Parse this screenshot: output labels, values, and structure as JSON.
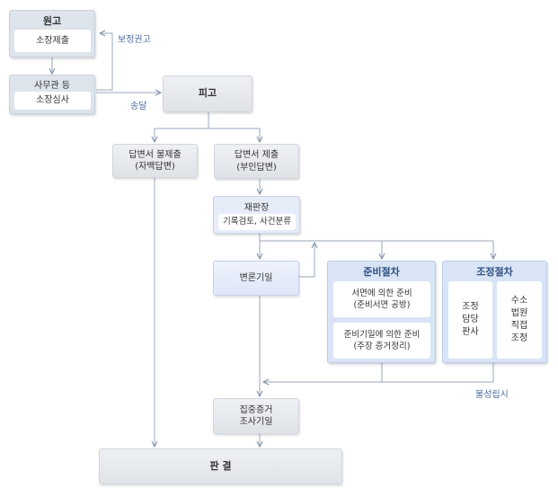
{
  "plaintiff": {
    "title": "원고",
    "step": "소장제출"
  },
  "clerk": {
    "title": "사무관 등",
    "step": "소장심사"
  },
  "defendant": {
    "title": "피고"
  },
  "edge_labels": {
    "correction": "보정권고",
    "service": "송달",
    "failure": "불성립시"
  },
  "no_answer": {
    "text": "답변서 불제출\n(자백답변)"
  },
  "answer": {
    "text": "답변서 제출\n(부인답변)"
  },
  "judge": {
    "title": "재판장",
    "step": "기록검토, 사건분류"
  },
  "hearing": {
    "text": "변론기일"
  },
  "prep": {
    "title": "준비절차",
    "written": "서면에 의한 준비\n(준비서면 공방)",
    "hearing": "준비기일에 의한 준비\n(주장 증거정리)"
  },
  "mediation": {
    "title": "조정절차",
    "left": "조정\n담당\n판사",
    "right": "수소\n법원\n직접\n조정"
  },
  "intensive": {
    "text": "집중증거\n조사기일"
  },
  "judgment": {
    "text": "판 결"
  }
}
